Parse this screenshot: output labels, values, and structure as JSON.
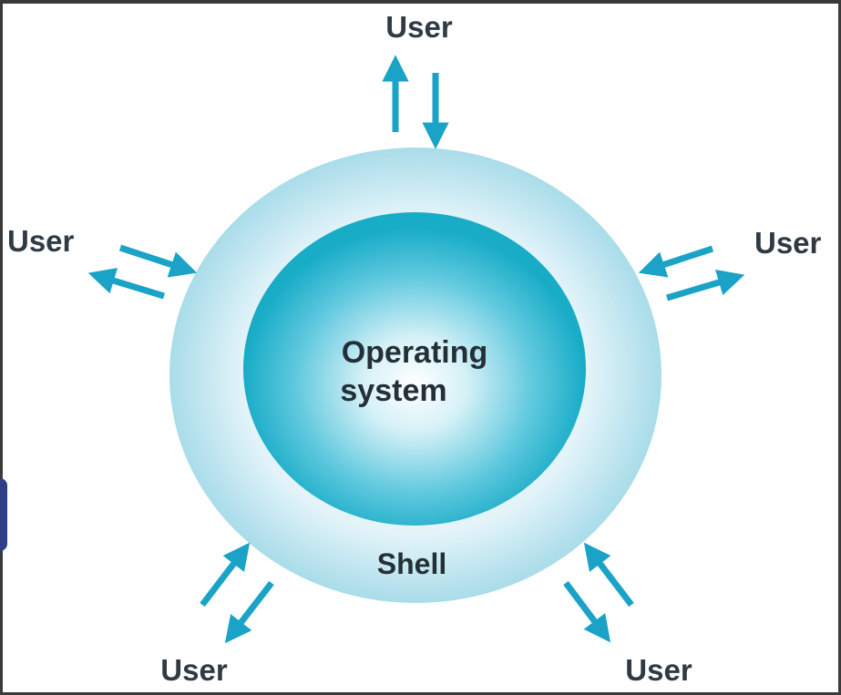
{
  "diagram": {
    "core_label_line1": "Operating",
    "core_label_line2": "system",
    "shell_label": "Shell",
    "users": {
      "top": "User",
      "left": "User",
      "right": "User",
      "bottom_left": "User",
      "bottom_right": "User"
    }
  },
  "colors": {
    "arrow": "#1aa3c6",
    "core_edge": "#20afc9",
    "shell_edge": "#9fd8e6",
    "text": "#2f3a45",
    "border": "#3a3a3a"
  }
}
